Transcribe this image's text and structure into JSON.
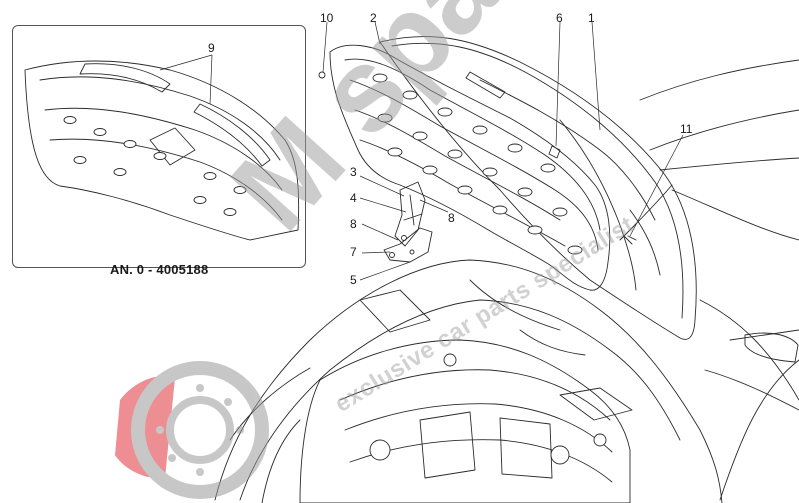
{
  "inset": {
    "caption": "AN. 0 - 4005188",
    "callout_9": "9"
  },
  "callouts": {
    "c1": "1",
    "c2": "2",
    "c3": "3",
    "c4": "4",
    "c5": "5",
    "c6": "6",
    "c7": "7",
    "c8a": "8",
    "c8b": "8",
    "c10": "10",
    "c11": "11"
  },
  "watermark": {
    "brand": "M sparts",
    "tagline": "exclusive car parts specialist",
    "brand_color": "#e0323c"
  }
}
